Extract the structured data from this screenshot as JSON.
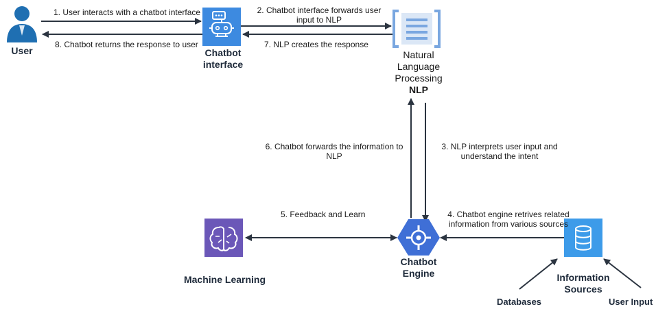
{
  "nodes": {
    "user": {
      "label": "User",
      "icon": "user-icon",
      "color": "#1f6fb2"
    },
    "chatbot_interface": {
      "label_line1": "Chatbot",
      "label_line2": "interface",
      "icon": "robot-icon",
      "color": "#3d8ae0"
    },
    "nlp": {
      "label_line1": "Natural",
      "label_line2": "Language",
      "label_line3": "Processing",
      "label_line4": "NLP",
      "icon": "document-icon",
      "color": "#7aa7e0"
    },
    "engine": {
      "label_line1": "Chatbot",
      "label_line2": "Engine",
      "icon": "engine-hexagon-icon",
      "color": "#3f6fd6"
    },
    "ml": {
      "label": "Machine Learning",
      "icon": "brain-icon",
      "color": "#6b57b8"
    },
    "info": {
      "label_line1": "Information",
      "label_line2": "Sources",
      "icon": "database-icon",
      "color": "#3d9be9"
    },
    "databases": {
      "label": "Databases"
    },
    "user_input": {
      "label": "User Input"
    }
  },
  "steps": {
    "s1": "1. User interacts with a chatbot interface",
    "s2_line1": "2. Chatbot interface forwards user",
    "s2_line2": "input to NLP",
    "s3_line1": "3. NLP interprets user input and",
    "s3_line2": "understand the intent",
    "s4_line1": "4. Chatbot engine retrives related",
    "s4_line2": "information from various sources",
    "s5": "5. Feedback and Learn",
    "s6_line1": "6. Chatbot forwards the information to",
    "s6_line2": "NLP",
    "s7": "7. NLP creates the response",
    "s8": "8. Chatbot returns the response to user"
  }
}
